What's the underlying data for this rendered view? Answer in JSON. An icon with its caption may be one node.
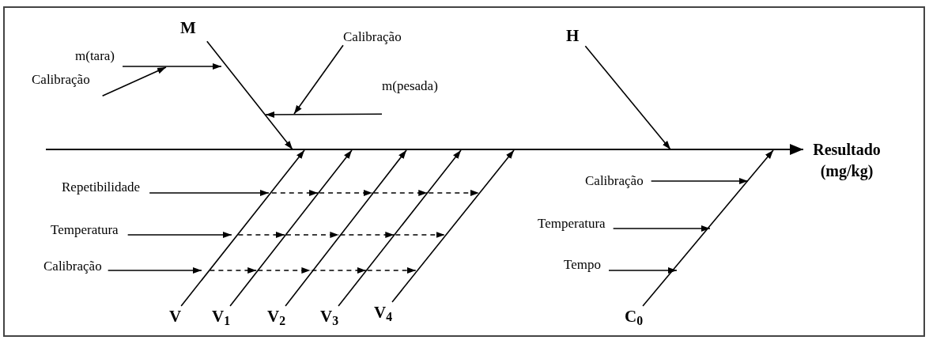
{
  "diagram": {
    "nodes": [
      {
        "text": [
          "M"
        ]
      },
      {
        "text": [
          "H"
        ]
      },
      {
        "text": [
          "m(tara)"
        ]
      },
      {
        "text": [
          "Calibração"
        ]
      },
      {
        "text": [
          "Calibração"
        ]
      },
      {
        "text": [
          "m(pesada)"
        ]
      },
      {
        "text": [
          "Repetibilidade"
        ]
      },
      {
        "text": [
          "Temperatura"
        ]
      },
      {
        "text": [
          "Calibração"
        ]
      },
      {
        "text": [
          "V"
        ]
      },
      {
        "text": [
          "V$_{1}$"
        ]
      },
      {
        "text": [
          "V$_{2}$"
        ]
      },
      {
        "text": [
          "V$_{3}$"
        ]
      },
      {
        "text": [
          "V$_{4}$"
        ]
      },
      {
        "text": [
          "Calibração"
        ]
      },
      {
        "text": [
          "Temperatura"
        ]
      },
      {
        "text": [
          "Tempo"
        ]
      },
      {
        "text": [
          "C$_{0}$"
        ]
      },
      {
        "text": [
          "Resultado (mg/kg)"
        ]
      }
    ],
    "edges": [
      {
        "from": null,
        "to": 18,
        "arrow": "to"
      },
      {
        "from": 0,
        "to": null,
        "arrow": "to"
      },
      {
        "from": 1,
        "to": null,
        "arrow": "to"
      },
      {
        "from": 2,
        "to": null,
        "arrow": "to"
      },
      {
        "from": 3,
        "to": null,
        "arrow": "to"
      },
      {
        "from": 4,
        "to": null,
        "arrow": "to"
      },
      {
        "from": 5,
        "to": null,
        "arrow": "to"
      },
      {
        "from": 6,
        "to": null,
        "arrow": "to"
      },
      {
        "from": 7,
        "to": null,
        "arrow": "to"
      },
      {
        "from": 8,
        "to": null,
        "arrow": "to"
      },
      {
        "from": 9,
        "to": null,
        "arrow": "to"
      },
      {
        "from": 10,
        "to": null,
        "arrow": "to"
      },
      {
        "from": 11,
        "to": null,
        "arrow": "to"
      },
      {
        "from": 12,
        "to": null,
        "arrow": "to"
      },
      {
        "from": 13,
        "to": null,
        "arrow": "to"
      },
      {
        "from": 14,
        "to": null,
        "arrow": "to"
      },
      {
        "from": 15,
        "to": null,
        "arrow": "to"
      },
      {
        "from": 16,
        "to": null,
        "arrow": "to"
      },
      {
        "from": 17,
        "to": null,
        "arrow": "to"
      }
    ]
  }
}
